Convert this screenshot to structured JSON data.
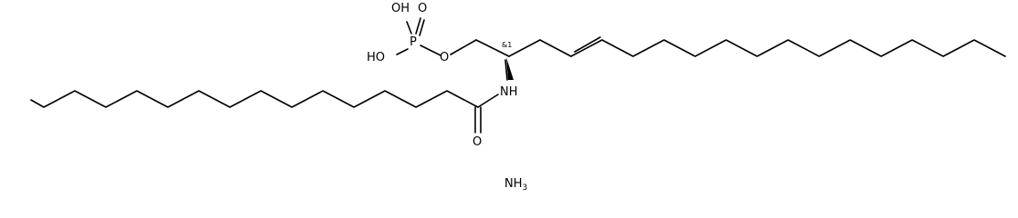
{
  "colors": {
    "bond": "#000000",
    "text": "#000000",
    "background": "#ffffff"
  },
  "atoms": {
    "p": "P",
    "oh_top": "OH",
    "oh_left": "HO",
    "o_double": "O",
    "o_ester": "O",
    "stereo_label": "&1",
    "nh": "NH",
    "o_carbonyl": "O",
    "ammonia_main": "NH",
    "ammonia_subscript": "3"
  }
}
